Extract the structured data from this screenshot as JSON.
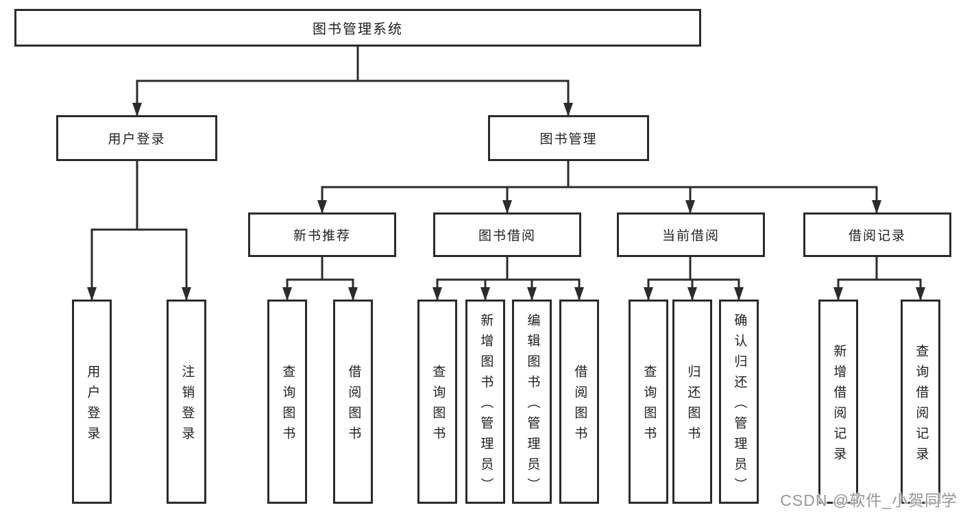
{
  "diagram": {
    "root": {
      "label": "图书管理系统"
    },
    "level2": {
      "user_login": {
        "label": "用户登录"
      },
      "book_management": {
        "label": "图书管理"
      }
    },
    "level3": {
      "new_book_recommend": {
        "label": "新书推荐"
      },
      "book_borrowing": {
        "label": "图书借阅"
      },
      "current_borrowing": {
        "label": "当前借阅"
      },
      "borrowing_records": {
        "label": "借阅记录"
      }
    },
    "leaves": {
      "user_login": {
        "label": "用户登录"
      },
      "logout": {
        "label": "注销登录"
      },
      "recommend_query_books": {
        "label": "查询图书"
      },
      "recommend_borrow_books": {
        "label": "借阅图书"
      },
      "borrowing_query_books": {
        "label": "查询图书"
      },
      "borrowing_add_books": {
        "label": "新增图书（管理员）"
      },
      "borrowing_edit_books": {
        "label": "编辑图书（管理员）"
      },
      "borrowing_borrow_books": {
        "label": "借阅图书"
      },
      "current_query_books": {
        "label": "查询图书"
      },
      "current_return_books": {
        "label": "归还图书"
      },
      "current_confirm_return": {
        "label": "确认归还（管理员）"
      },
      "records_add_record": {
        "label": "新增借阅记录"
      },
      "records_query_record": {
        "label": "查询借阅记录"
      }
    }
  },
  "watermark": {
    "text": "CSDN @软件_小贺同学"
  },
  "colors": {
    "line": "#2b2b2b",
    "box_border": "#2b2b2b",
    "text": "#1f1f1f",
    "watermark": "#979797",
    "background": "#ffffff"
  }
}
